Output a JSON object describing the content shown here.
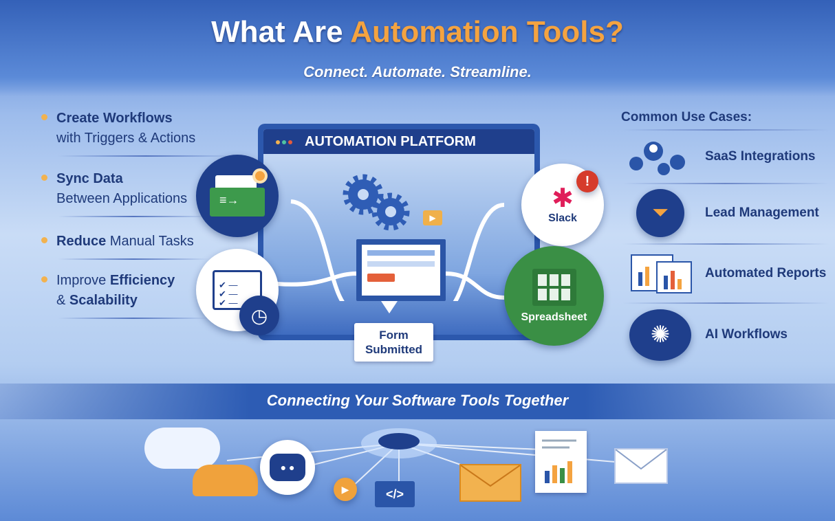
{
  "header": {
    "title_prefix": "What Are ",
    "title_accent": "Automation Tools?",
    "subtitle": "Connect. Automate. Streamline."
  },
  "features": [
    {
      "bold": "Create Workflows",
      "line2_pre": "with Triggers & ",
      "line2_bold": "Actions"
    },
    {
      "bold": "Sync Data",
      "line2_pre": "Between Applications",
      "line2_bold": ""
    },
    {
      "bold": "Reduce",
      "rest": " Manual Tasks"
    },
    {
      "pre": "Improve ",
      "bold": "Efficiency",
      "line2_pre": "& ",
      "line2_bold": "Scalability"
    }
  ],
  "platform": {
    "title": "AUTOMATION PLATFORM",
    "trigger_label_1": "Form",
    "trigger_label_2": "Submitted",
    "apps": {
      "slack": "Slack",
      "spreadsheet": "Spreadsheet"
    }
  },
  "use_cases": {
    "heading": "Common Use Cases:",
    "items": [
      "SaaS Integrations",
      "Lead Management",
      "Automated Reports",
      "AI Workflows"
    ]
  },
  "footer": {
    "banner": "Connecting Your Software Tools Together",
    "code_icon": "</>"
  },
  "colors": {
    "accent": "#f4a340",
    "navy": "#1f3f8c",
    "green": "#3a8f45",
    "text": "#1f3a7a"
  }
}
